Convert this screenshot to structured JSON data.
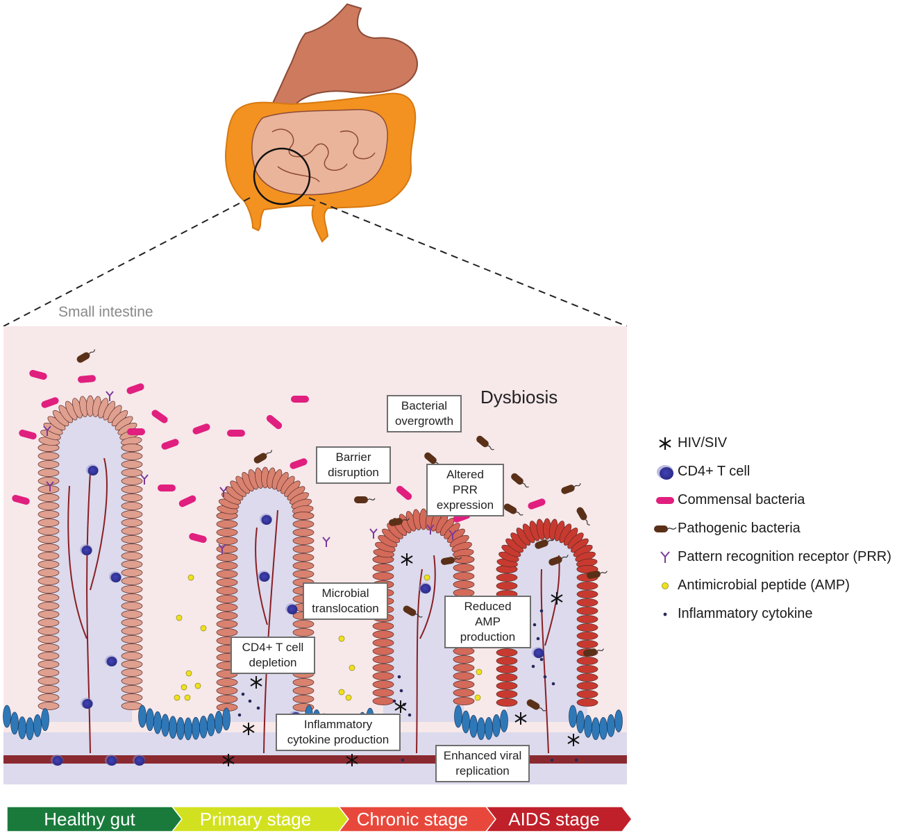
{
  "panel": {
    "title": "Small intestine",
    "dysbiosis_label": "Dysbiosis"
  },
  "annotations": [
    {
      "id": "bacterial-overgrowth",
      "text": "Bacterial\novergrowth"
    },
    {
      "id": "barrier-disruption",
      "text": "Barrier\ndisruption"
    },
    {
      "id": "altered-prr",
      "text": "Altered PRR\nexpression"
    },
    {
      "id": "microbial-translocation",
      "text": "Microbial\ntranslocation"
    },
    {
      "id": "reduced-amp",
      "text": "Reduced AMP\nproduction"
    },
    {
      "id": "cd4-depletion",
      "text": "CD4+ T cell\ndepletion"
    },
    {
      "id": "inflammatory-cytokine",
      "text": "Inflammatory\ncytokine production"
    },
    {
      "id": "enhanced-viral",
      "text": "Enhanced viral\nreplication"
    }
  ],
  "legend": [
    {
      "icon": "hiv-siv-icon",
      "label": "HIV/SIV"
    },
    {
      "icon": "cd4-t-cell-icon",
      "label": "CD4+ T cell"
    },
    {
      "icon": "commensal-bacteria-icon",
      "label": "Commensal bacteria"
    },
    {
      "icon": "pathogenic-bacteria-icon",
      "label": "Pathogenic bacteria"
    },
    {
      "icon": "prr-icon",
      "label": "Pattern recognition receptor (PRR)"
    },
    {
      "icon": "amp-icon",
      "label": "Antimicrobial peptide (AMP)"
    },
    {
      "icon": "cytokine-icon",
      "label": "Inflammatory cytokine"
    }
  ],
  "stages": [
    {
      "label": "Healthy gut",
      "color": "#1a7a3c"
    },
    {
      "label": "Primary stage",
      "color": "#d2e11f"
    },
    {
      "label": "Chronic stage",
      "color": "#e8483b"
    },
    {
      "label": "AIDS stage",
      "color": "#c0202a"
    }
  ],
  "colors": {
    "stomach": "#cd7a5e",
    "colon": "#f39220",
    "small_bowel": "#eab49a",
    "panel_bg": "#f7e8ea",
    "lamina": "#dcdaec",
    "commensal": "#e01f7e",
    "pathogenic": "#5a3018",
    "prr": "#7a3a9a",
    "amp": "#f0e020",
    "cd4": "#3c3ca8",
    "cytokine": "#26285a",
    "vessel": "#8a1e22",
    "crypt": "#2e78b8"
  }
}
